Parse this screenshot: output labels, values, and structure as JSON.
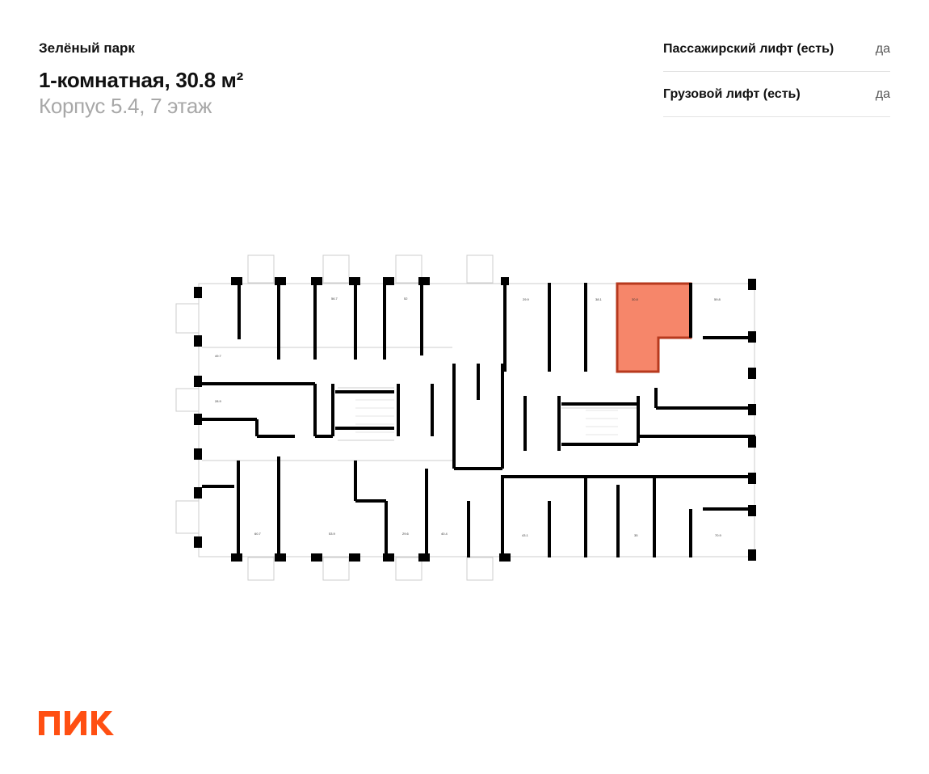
{
  "header": {
    "project": "Зелёный парк",
    "title": "1-комнатная, 30.8 м²",
    "subtitle": "Корпус 5.4, 7 этаж"
  },
  "properties": [
    {
      "label": "Пассажирский лифт (есть)",
      "value": "да"
    },
    {
      "label": "Грузовой лифт (есть)",
      "value": "да"
    }
  ],
  "floor_plan": {
    "highlight_color": "#F6866A",
    "apartments": [
      {
        "area": "49.7"
      },
      {
        "area": "56.7"
      },
      {
        "area": "52"
      },
      {
        "area": "28.9"
      },
      {
        "area": "29.9"
      },
      {
        "area": "38.1"
      },
      {
        "area": "30.8",
        "selected": true
      },
      {
        "area": "59.8"
      },
      {
        "area": "60.7"
      },
      {
        "area": "53.9"
      },
      {
        "area": "29.6"
      },
      {
        "area": "40.4"
      },
      {
        "area": "43.1"
      },
      {
        "area": "35"
      },
      {
        "area": "70.9"
      }
    ]
  },
  "brand": {
    "logo_text": "ПИК",
    "color": "#FF4F12"
  }
}
